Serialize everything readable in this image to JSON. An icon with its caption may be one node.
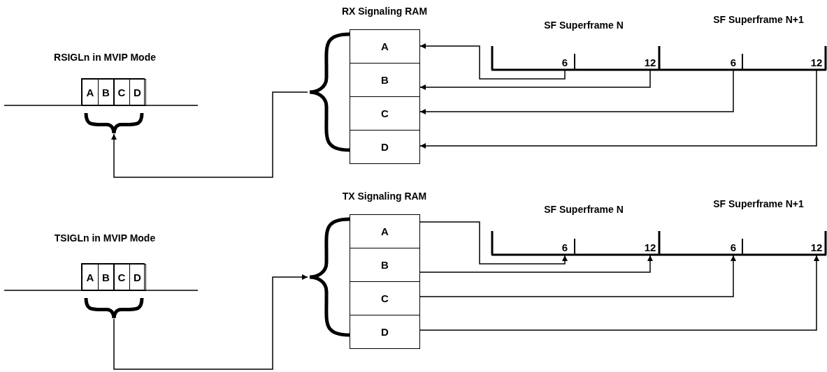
{
  "diagram": {
    "nodes": [
      {
        "text": [
          "RX Signaling RAM"
        ]
      },
      {
        "text": [
          "A"
        ],
        "in": 0
      },
      {
        "text": [
          "B"
        ],
        "in": 0
      },
      {
        "text": [
          "C"
        ],
        "in": 0
      },
      {
        "text": [
          "D"
        ],
        "in": 0
      },
      {
        "text": [],
        "shape": "brace"
      },
      {
        "text": [],
        "shape": "box"
      },
      {
        "text": [
          "A"
        ],
        "in": 6
      },
      {
        "text": [
          "B"
        ],
        "in": 6
      },
      {
        "text": [
          "C"
        ],
        "in": 6
      },
      {
        "text": [
          "D"
        ],
        "in": 6
      },
      {
        "text": [],
        "shape": "brace"
      },
      {
        "text": [
          "6"
        ]
      },
      {
        "text": [
          "12"
        ]
      },
      {
        "text": [
          "6"
        ]
      },
      {
        "text": [
          "12"
        ]
      },
      {
        "text": [
          "TX Signaling RAM"
        ]
      },
      {
        "text": [
          "A"
        ],
        "in": 16
      },
      {
        "text": [
          "B"
        ],
        "in": 16
      },
      {
        "text": [
          "C"
        ],
        "in": 16
      },
      {
        "text": [
          "D"
        ],
        "in": 16
      },
      {
        "text": [],
        "shape": "brace"
      },
      {
        "text": [],
        "shape": "box"
      },
      {
        "text": [
          "A"
        ],
        "in": 22
      },
      {
        "text": [
          "B"
        ],
        "in": 22
      },
      {
        "text": [
          "C"
        ],
        "in": 22
      },
      {
        "text": [
          "D"
        ],
        "in": 22
      },
      {
        "text": [],
        "shape": "brace"
      },
      {
        "text": [
          "6"
        ]
      },
      {
        "text": [
          "12"
        ]
      },
      {
        "text": [
          "6"
        ]
      },
      {
        "text": [
          "12"
        ]
      }
    ],
    "edges": [
      {
        "from": 5,
        "to": 11,
        "arrow": "to"
      },
      {
        "from": 12,
        "to": 1,
        "arrow": "to"
      },
      {
        "from": 13,
        "to": 2,
        "arrow": "to"
      },
      {
        "from": 14,
        "to": 3,
        "arrow": "to"
      },
      {
        "from": 15,
        "to": 4,
        "arrow": "to"
      },
      {
        "from": 27,
        "to": 21,
        "arrow": "to"
      },
      {
        "from": 17,
        "to": 28,
        "arrow": "to"
      },
      {
        "from": 18,
        "to": 29,
        "arrow": "to"
      },
      {
        "from": 19,
        "to": 30,
        "arrow": "to"
      },
      {
        "from": 20,
        "to": 31,
        "arrow": "to"
      }
    ],
    "labels": [
      "RSIGLn in MVIP Mode",
      "SF Superframe N",
      "SF Superframe N+1",
      "TSIGLn in MVIP Mode",
      "SF Superframe N",
      "SF Superframe N+1"
    ]
  }
}
